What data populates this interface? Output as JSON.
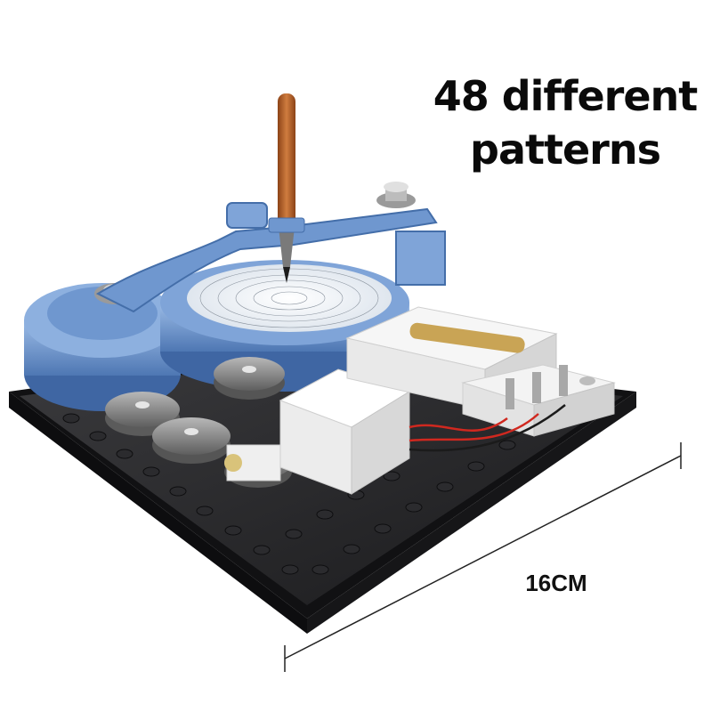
{
  "headline": {
    "line1": "48 different",
    "line2": "patterns"
  },
  "dimension": {
    "label": "16CM"
  },
  "colors": {
    "base": "#1c1c1e",
    "blue_parts": "#6f97cf",
    "gears": "#8a8a8a",
    "white_blocks": "#f1f1f1",
    "pencil_wood": "#b5652d",
    "wire_red": "#d0281f"
  }
}
